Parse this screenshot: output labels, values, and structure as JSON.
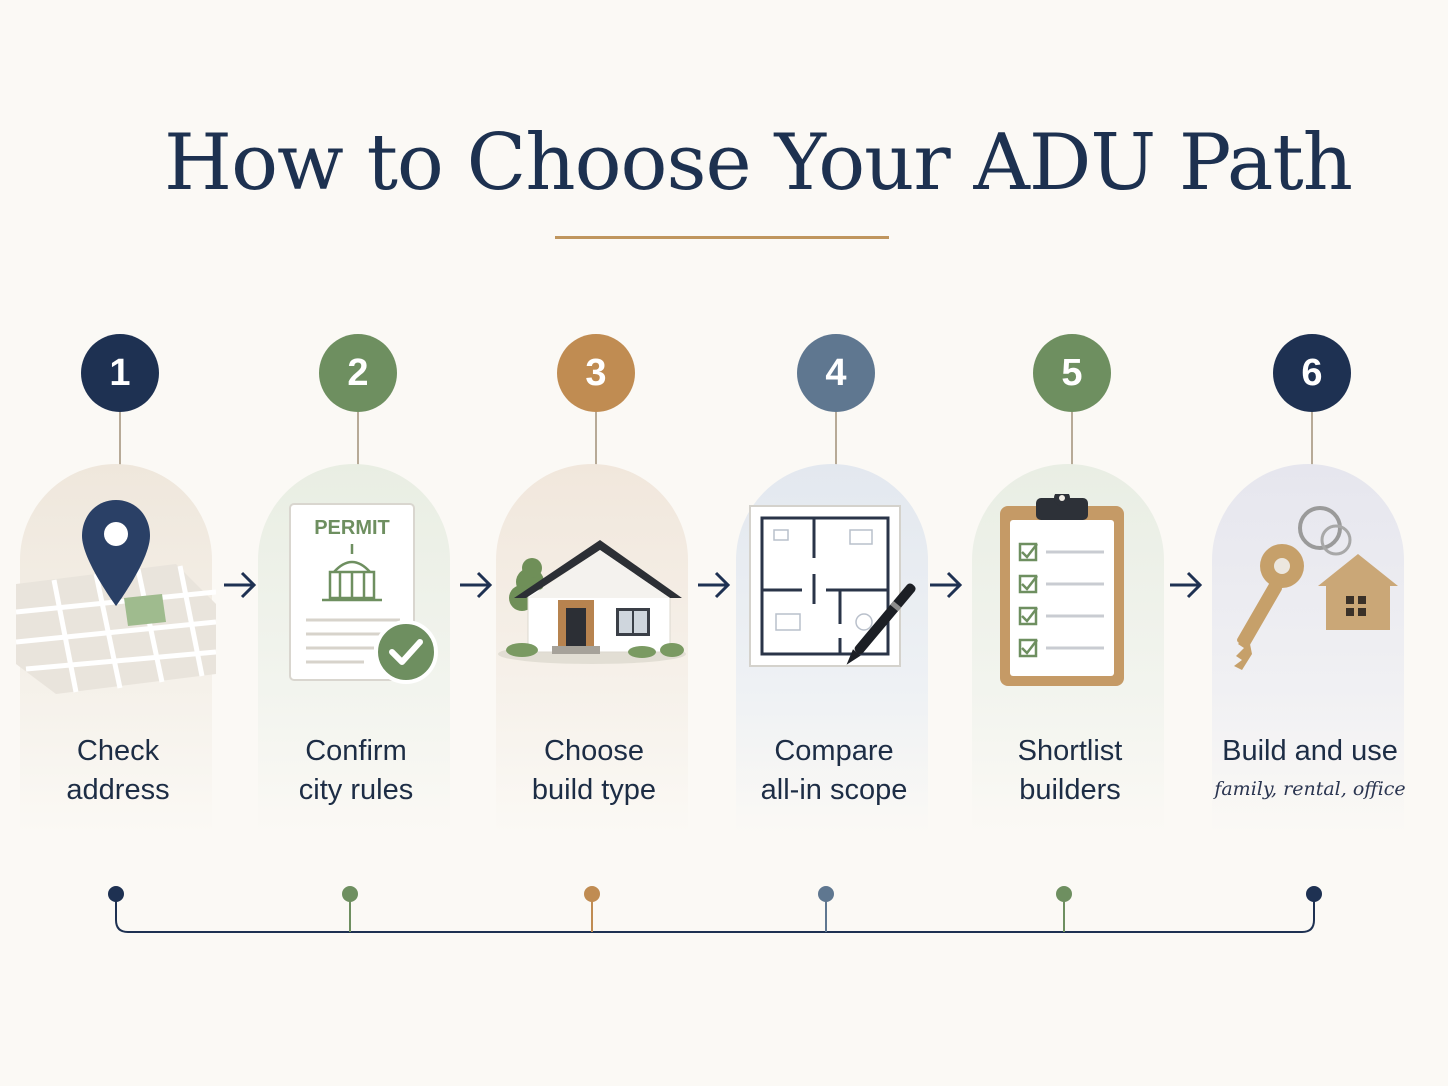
{
  "title": "How to Choose Your ADU Path",
  "colors": {
    "navy": "#1e3152",
    "green": "#6e8f60",
    "gold": "#c08c52",
    "blue_gray": "#5f7790",
    "accent_rule": "#c0965e",
    "background": "#fbf9f5"
  },
  "steps": [
    {
      "number": "1",
      "label_line1": "Check",
      "label_line2": "address",
      "icon": "map-pin-icon",
      "color": "#1e3152"
    },
    {
      "number": "2",
      "label_line1": "Confirm",
      "label_line2": "city rules",
      "icon": "permit-document-icon",
      "permit_text": "PERMIT",
      "color": "#6e8f60"
    },
    {
      "number": "3",
      "label_line1": "Choose",
      "label_line2": "build type",
      "icon": "house-icon",
      "color": "#c08c52"
    },
    {
      "number": "4",
      "label_line1": "Compare",
      "label_line2": "all-in scope",
      "icon": "floor-plan-pen-icon",
      "color": "#5f7790"
    },
    {
      "number": "5",
      "label_line1": "Shortlist",
      "label_line2": "builders",
      "icon": "clipboard-checklist-icon",
      "color": "#6e8f60"
    },
    {
      "number": "6",
      "label_line1": "Build and use",
      "subtitle": "family, rental, office",
      "icon": "house-key-icon",
      "color": "#1e3152"
    }
  ]
}
